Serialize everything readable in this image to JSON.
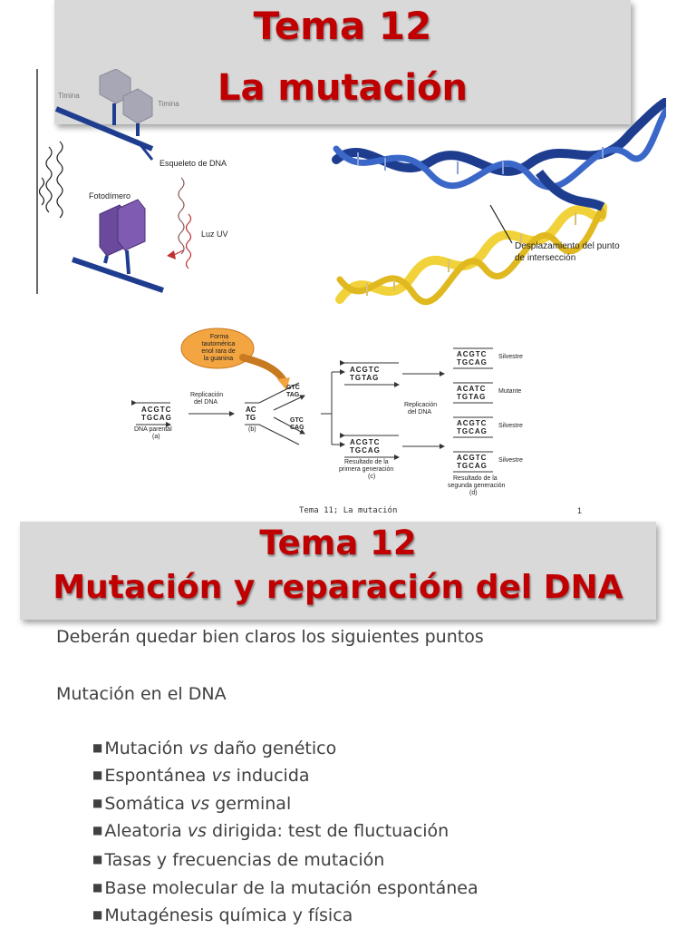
{
  "slide1": {
    "title_line1": "Tema 12",
    "title_line2": "La mutación",
    "fig_uv": {
      "timina_left": "Timina",
      "timina_right": "Timina",
      "esqueleto": "Esqueleto de DNA",
      "fotodimero": "Fotodímero",
      "luz_uv": "Luz UV"
    },
    "fig_helix": {
      "caption_line1": "Desplazamiento del punto",
      "caption_line2": "de intersección"
    },
    "fig_tautomer": {
      "callout_line1": "Forma",
      "callout_line2": "tautomérica",
      "callout_line3": "enol rara de",
      "callout_line4": "la guanina",
      "replicacion_line1": "Replicación",
      "replicacion_line2": "del DNA",
      "dna_parental": "DNA parental",
      "label_a": "(a)",
      "label_b": "(b)",
      "label_c": "(c)",
      "label_d": "(d)",
      "replicacion2_line1": "Replicación",
      "replicacion2_line2": "del DNA",
      "resultado1_line1": "Resultado de la",
      "resultado1_line2": "primera generación",
      "resultado2_line1": "Resultado de la",
      "resultado2_line2": "segunda generación",
      "silvestre1": "Silvestre",
      "mutante": "Mutante",
      "silvestre2": "Silvestre",
      "silvestre3": "Silvestre",
      "seq_top_parent": "ACGTC",
      "seq_bot_parent": "TGCAG",
      "seq_b_top": "AC",
      "seq_b_bot": "TG",
      "seq_b_up_top": "GTC",
      "seq_b_up_bot": "TAG",
      "seq_b_dn_top": "GTC",
      "seq_b_dn_bot": "CAG",
      "seq_c1_top": "ACGTC",
      "seq_c1_bot": "TGTAG",
      "seq_c2_top": "ACGTC",
      "seq_c2_bot": "TGCAG",
      "seq_d1_top": "ACGTC",
      "seq_d1_bot": "TGCAG",
      "seq_d2_top": "ACATC",
      "seq_d2_bot": "TGTAG",
      "seq_d3_top": "ACGTC",
      "seq_d3_bot": "TGCAG",
      "seq_d4_top": "ACGTC",
      "seq_d4_bot": "TGCAG"
    },
    "footer": "Tema 11; La mutación",
    "page_number": "1"
  },
  "slide2": {
    "title_line1": "Tema 12",
    "title_line2": "Mutación y reparación del DNA",
    "intro": "Deberán quedar bien claros los siguientes puntos",
    "section": "Mutación en el DNA",
    "bullet_marker": "■",
    "bullets": [
      {
        "before": "Mutación ",
        "em": "vs",
        "after": " daño genético"
      },
      {
        "before": "Espontánea ",
        "em": "vs",
        "after": " inducida"
      },
      {
        "before": "Somática ",
        "em": "vs",
        "after": " germinal"
      },
      {
        "before": "Aleatoria ",
        "em": "vs",
        "after": " dirigida: test de fluctuación"
      },
      {
        "before": "Tasas y frecuencias de mutación",
        "em": "",
        "after": ""
      },
      {
        "before": "Base molecular de la mutación espontánea",
        "em": "",
        "after": ""
      },
      {
        "before": "Mutagénesis química y física",
        "em": "",
        "after": ""
      }
    ]
  },
  "colors": {
    "title_red": "#c00000",
    "title_band": "#d9d9d9",
    "body_text": "#404040",
    "dna_blue": "#1f3d8f",
    "dna_yellow": "#f2d23a",
    "callout_orange": "#f2a541",
    "photodimer_purple": "#6b4a9e",
    "thymine_gray": "#8a8a9a"
  }
}
